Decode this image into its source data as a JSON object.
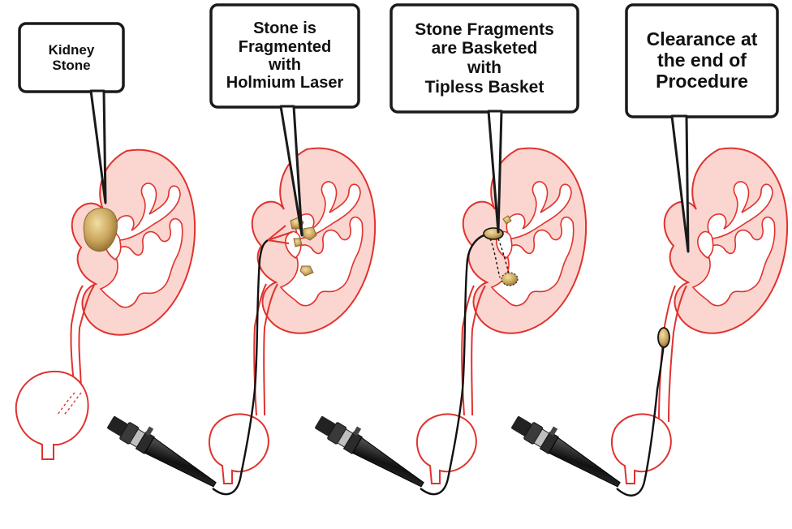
{
  "panels": [
    {
      "caption": [
        "Kidney",
        "Stone"
      ]
    },
    {
      "caption": [
        "Stone is",
        "Fragmented",
        "with",
        "Holmium Laser"
      ]
    },
    {
      "caption": [
        "Stone Fragments",
        "are Basketed",
        "with",
        "Tipless Basket"
      ]
    },
    {
      "caption": [
        "Clearance at",
        "the end of",
        "Procedure"
      ]
    }
  ],
  "colors": {
    "outline": "#e0322e",
    "kidney_fill": "#fbd5cf",
    "stone": "#c9a45c",
    "callout_border": "#1a1a1a",
    "instrument": "#1c1c1c"
  },
  "icons": [
    "kidney",
    "bladder",
    "ureter",
    "kidney-stone",
    "ureteroscope",
    "laser-fiber",
    "basket"
  ]
}
